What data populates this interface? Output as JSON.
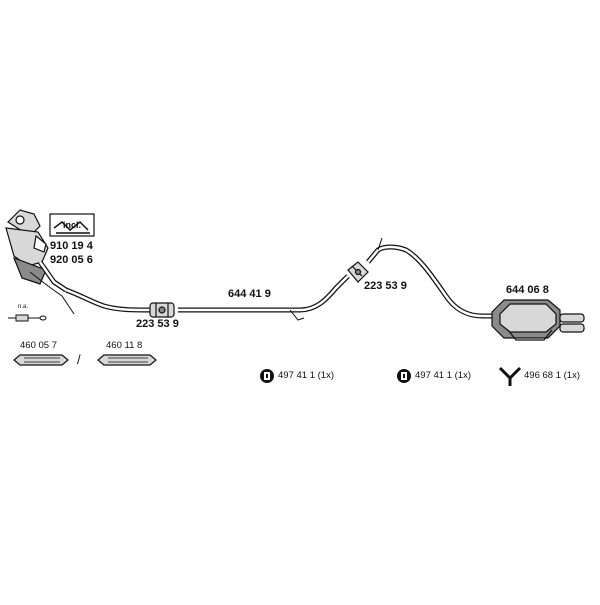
{
  "diagram": {
    "parts": {
      "catalyst_assembly": {
        "incl_label": "incl.",
        "numbers": [
          "910 19 4",
          "920 05 6"
        ],
        "note": "n.a."
      },
      "front_pipe": {
        "number": "644 41 9"
      },
      "clamp_front": {
        "number": "223 53 9"
      },
      "clamp_middle": {
        "number": "223 53 9"
      },
      "rear_silencer": {
        "number": "644 06 8"
      },
      "repair_pipe_a": {
        "number": "460 05 7"
      },
      "separator": {
        "symbol": "/"
      },
      "repair_pipe_b": {
        "number": "460 11 8"
      },
      "hanger_1": {
        "number": "497 41 1 (1x)"
      },
      "hanger_2": {
        "number": "497 41 1 (1x)"
      },
      "bracket": {
        "number": "496 68 1 (1x)"
      }
    },
    "colors": {
      "line": "#111111",
      "part_fill": "#d8d8d8",
      "shade": "#8a8a8a"
    }
  }
}
